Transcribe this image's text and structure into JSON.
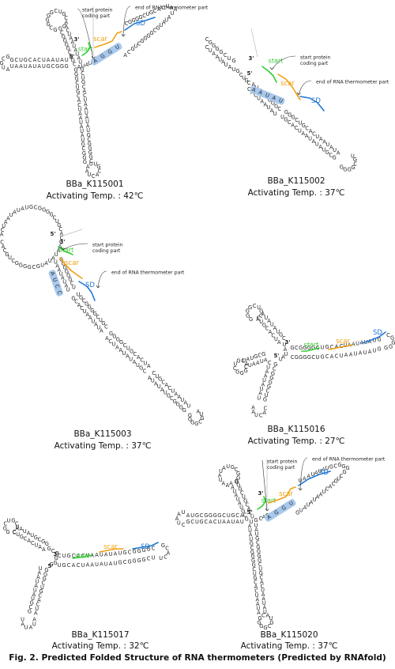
{
  "figure": {
    "caption": "Fig. 2. Predicted Folded Structure of RNA thermometers (Predicted by RNAfold)",
    "colors": {
      "start": "#33cc33",
      "scar": "#f0a010",
      "sd": "#1f77d4",
      "highlight": "#a8c8ec",
      "bases": "#222222",
      "callout": "#333333"
    },
    "labels": {
      "start": "start",
      "scar": "scar",
      "sd": "SD",
      "five_prime": "5'",
      "three_prime": "3'",
      "start_callout": "start protein coding part",
      "start_callout_l1": "start protein",
      "start_callout_l2": "coding part",
      "end_callout": "end of RNA thermometer part"
    },
    "panels": [
      {
        "id": "K115001",
        "name": "BBa_K115001",
        "temp_label": "Activating Temp. : 42℃",
        "temperature_c": 42,
        "highlight_seq": [
          "A",
          "G",
          "G",
          "U"
        ],
        "callouts": true
      },
      {
        "id": "K115002",
        "name": "BBa_K115002",
        "temp_label": "Activating Temp. : 37℃",
        "temperature_c": 37,
        "highlight_seq": [
          "A",
          "A",
          "U",
          "A",
          "U"
        ],
        "callouts": true
      },
      {
        "id": "K115003",
        "name": "BBa_K115003",
        "temp_label": "Activating Temp. : 37℃",
        "temperature_c": 37,
        "highlight_seq": [
          "A",
          "U",
          "C",
          "C"
        ],
        "callouts": true
      },
      {
        "id": "K115016",
        "name": "BBa_K115016",
        "temp_label": "Activating Temp. : 27℃",
        "temperature_c": 27,
        "highlight_seq": [],
        "callouts": false
      },
      {
        "id": "K115017",
        "name": "BBa_K115017",
        "temp_label": "Activating Temp. : 32℃",
        "temperature_c": 32,
        "highlight_seq": [],
        "callouts": false
      },
      {
        "id": "K115020",
        "name": "BBa_K115020",
        "temp_label": "Activating Temp. : 37℃",
        "temperature_c": 37,
        "highlight_seq": [
          "A",
          "G",
          "G",
          "U"
        ],
        "callouts": true
      }
    ]
  }
}
